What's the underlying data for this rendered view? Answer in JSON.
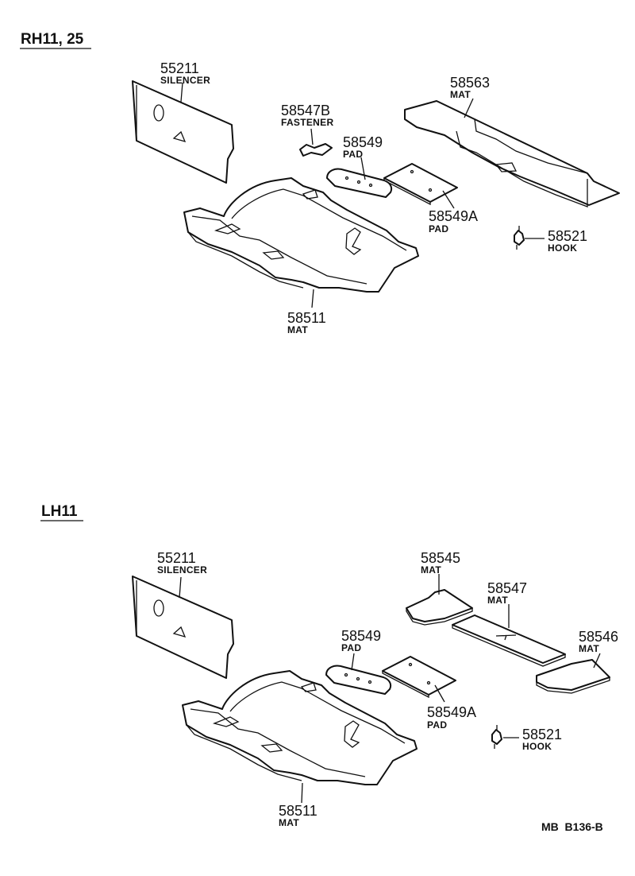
{
  "sections": [
    {
      "title": "RH11, 25",
      "parts": [
        {
          "number": "55211",
          "name": "SILENCER"
        },
        {
          "number": "58547B",
          "name": "FASTENER"
        },
        {
          "number": "58549",
          "name": "PAD"
        },
        {
          "number": "58563",
          "name": "MAT"
        },
        {
          "number": "58549A",
          "name": "PAD"
        },
        {
          "number": "58521",
          "name": "HOOK"
        },
        {
          "number": "58511",
          "name": "MAT"
        }
      ]
    },
    {
      "title": "LH11",
      "parts": [
        {
          "number": "55211",
          "name": "SILENCER"
        },
        {
          "number": "58545",
          "name": "MAT"
        },
        {
          "number": "58547",
          "name": "MAT"
        },
        {
          "number": "58549",
          "name": "PAD"
        },
        {
          "number": "58546",
          "name": "MAT"
        },
        {
          "number": "58549A",
          "name": "PAD"
        },
        {
          "number": "58521",
          "name": "HOOK"
        },
        {
          "number": "58511",
          "name": "MAT"
        }
      ]
    }
  ],
  "reference": "MB  B136-B"
}
